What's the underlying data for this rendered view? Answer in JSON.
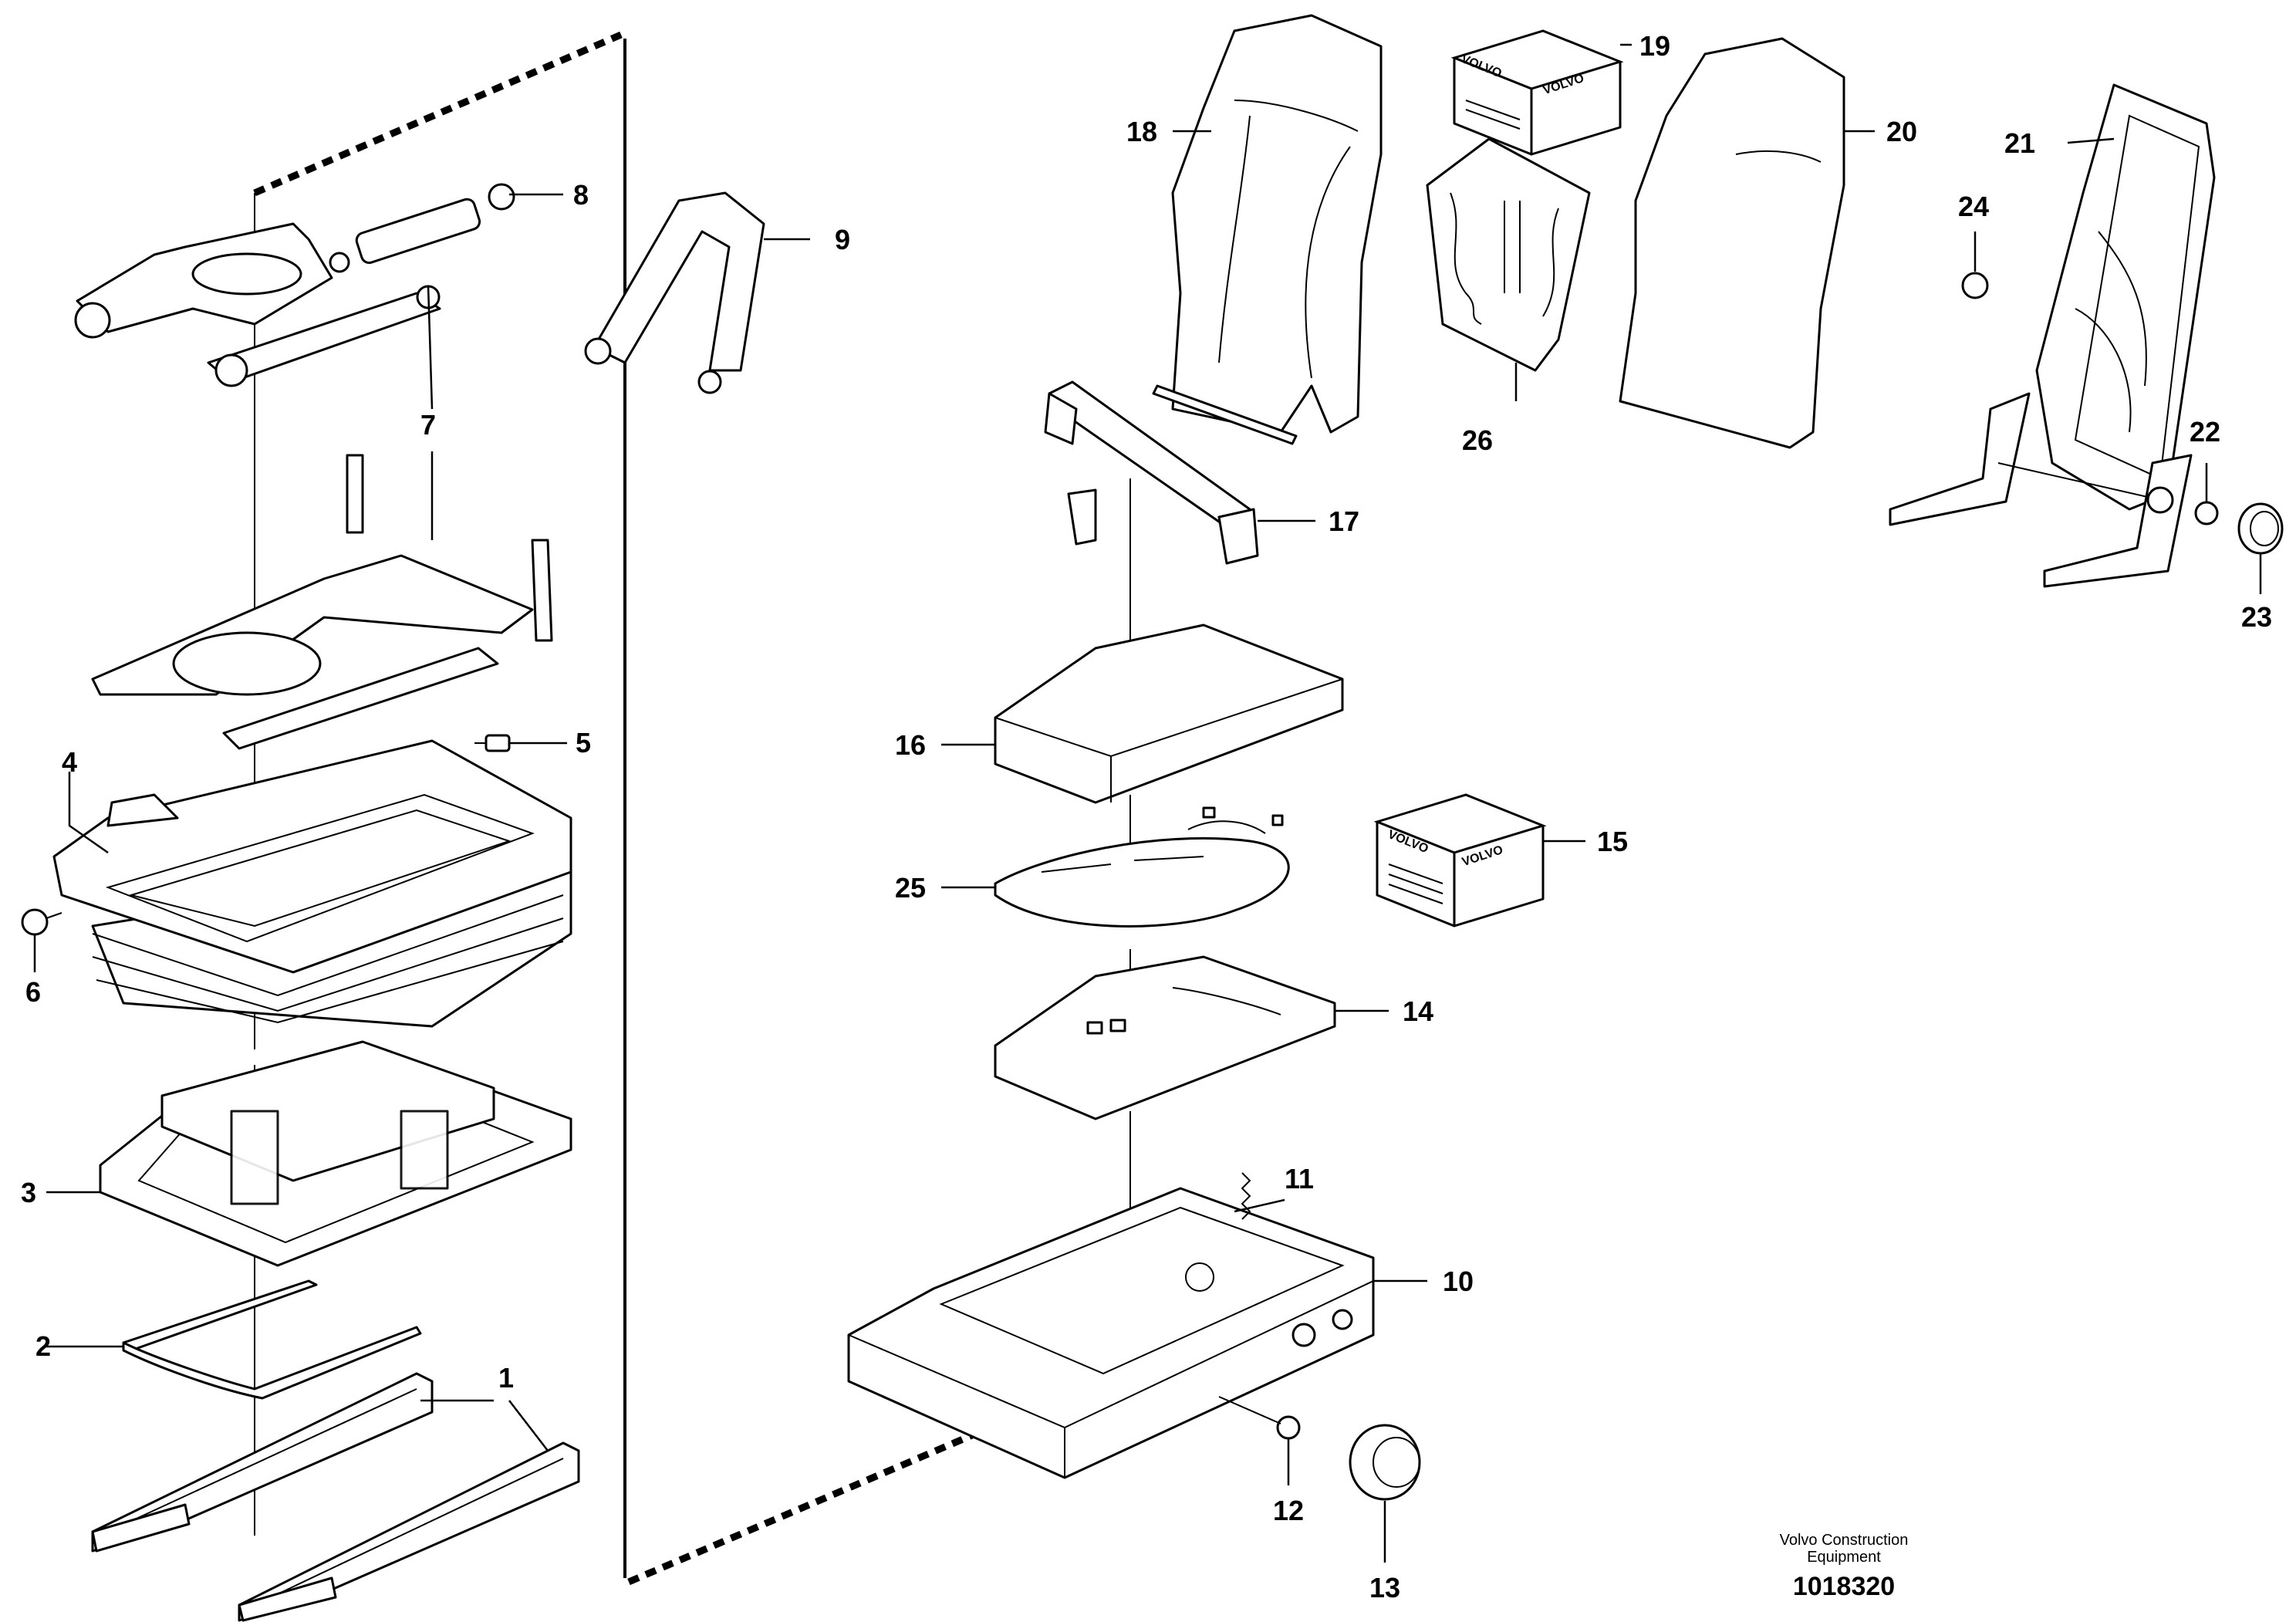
{
  "callouts": [
    "1",
    "2",
    "3",
    "4",
    "5",
    "6",
    "7",
    "8",
    "9",
    "10",
    "11",
    "12",
    "13",
    "14",
    "15",
    "16",
    "17",
    "18",
    "19",
    "20",
    "21",
    "22",
    "23",
    "24",
    "25",
    "26"
  ],
  "logo_text": "VOLVO",
  "footer": {
    "brand_line1": "Volvo Construction",
    "brand_line2": "Equipment",
    "drawing_number": "1018320"
  }
}
